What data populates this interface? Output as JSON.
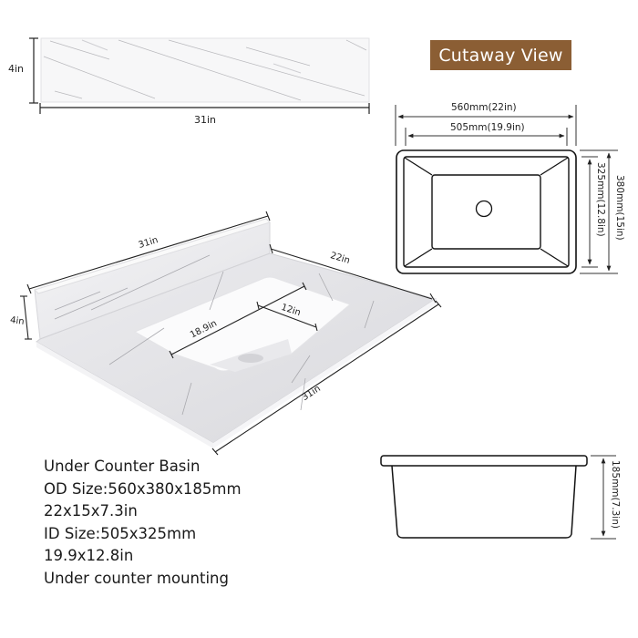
{
  "backsplash_view": {
    "height_label": "4in",
    "width_label": "31in"
  },
  "cutaway": {
    "badge_label": "Cutaway View",
    "badge_color": "#8b5e34",
    "outer_width_label": "560mm(22in)",
    "inner_width_label": "505mm(19.9in)",
    "inner_depth_label": "325mm(12.8in)",
    "outer_depth_label": "380mm(15in)",
    "height_label": "185mm(7.3in)"
  },
  "countertop_view": {
    "backsplash_length_label": "31in",
    "backsplash_height_label": "4in",
    "depth_label": "22in",
    "front_length_label": "31in",
    "basin_length_label": "18.9in",
    "basin_width_label": "12in"
  },
  "specs": {
    "lines": [
      "Under Counter Basin",
      "OD Size:560x380x185mm",
      "22x15x7.3in",
      "ID Size:505x325mm",
      "19.9x12.8in",
      "Under counter mounting"
    ]
  }
}
